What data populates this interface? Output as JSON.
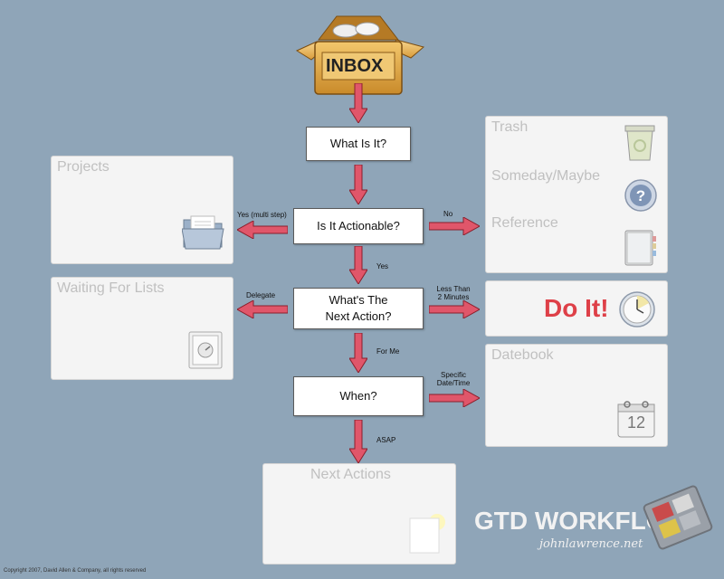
{
  "inbox": {
    "label": "INBOX"
  },
  "decisions": {
    "what_is_it": "What Is It?",
    "actionable": "Is It Actionable?",
    "next_action_line1": "What's The",
    "next_action_line2": "Next Action?",
    "when": "When?"
  },
  "labels": {
    "yes_multi": "Yes (multi step)",
    "no": "No",
    "yes": "Yes",
    "delegate": "Delegate",
    "less_than_1": "Less Than",
    "less_than_2": "2 Minutes",
    "for_me": "For Me",
    "specific_1": "Specific",
    "specific_2": "Date/Time",
    "asap": "ASAP"
  },
  "panels": {
    "projects": "Projects",
    "waiting": "Waiting For Lists",
    "trash": "Trash",
    "someday": "Someday/Maybe",
    "reference": "Reference",
    "do_it": "Do It!",
    "datebook": "Datebook",
    "next_actions": "Next Actions",
    "calendar_day": "12"
  },
  "branding": {
    "title": "GTD WORKFLOW",
    "site": "johnlawrence.net",
    "copyright": "Copyright 2007, David Allen & Company, all rights reserved"
  },
  "colors": {
    "background": "#8fa5b8",
    "arrow": "#e0566a",
    "do_it": "#de4048"
  },
  "icons": [
    "inbox-box-icon",
    "folder-icon",
    "safe-icon",
    "trash-can-icon",
    "question-icon",
    "book-icon",
    "clock-icon",
    "calendar-icon",
    "notepad-icon",
    "logo-icon"
  ]
}
